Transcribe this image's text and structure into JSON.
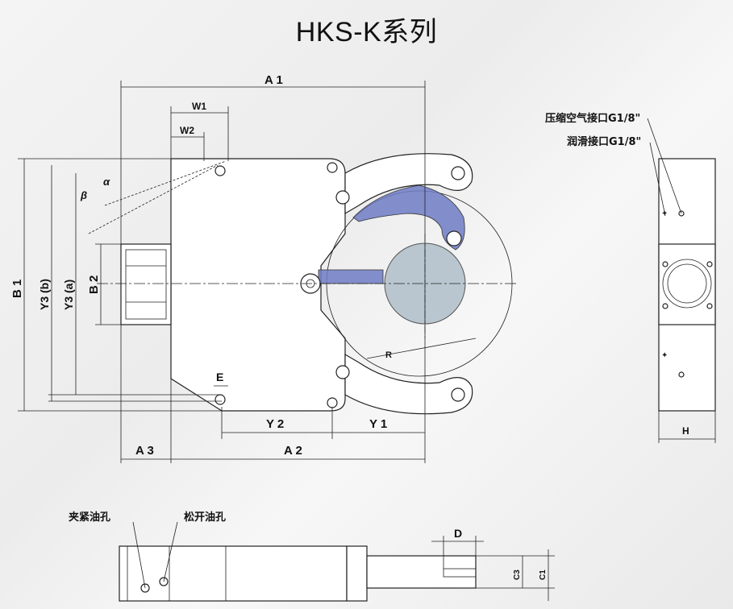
{
  "title": "HKS-K系列",
  "dimensions": {
    "A1": "A 1",
    "A2": "A 2",
    "A3": "A 3",
    "B1": "B 1",
    "B2": "B 2",
    "Y1": "Y 1",
    "Y2": "Y 2",
    "Y3a": "Y3 (a)",
    "Y3b": "Y3 (b)",
    "W1": "W1",
    "W2": "W2",
    "E": "E",
    "R": "R",
    "H": "H",
    "D": "D",
    "C1": "C1",
    "C3": "C3",
    "alpha": "α",
    "beta": "β"
  },
  "callouts": {
    "air_port": "压缩空气接口G1/8\"",
    "lube_port": "润滑接口G1/8\"",
    "clamp_oil": "夹紧油孔",
    "release_oil": "松开油孔"
  },
  "colors": {
    "arm_fill": "#6f7bc4",
    "workpiece_fill": "#b9c6cf",
    "line": "#222222"
  }
}
